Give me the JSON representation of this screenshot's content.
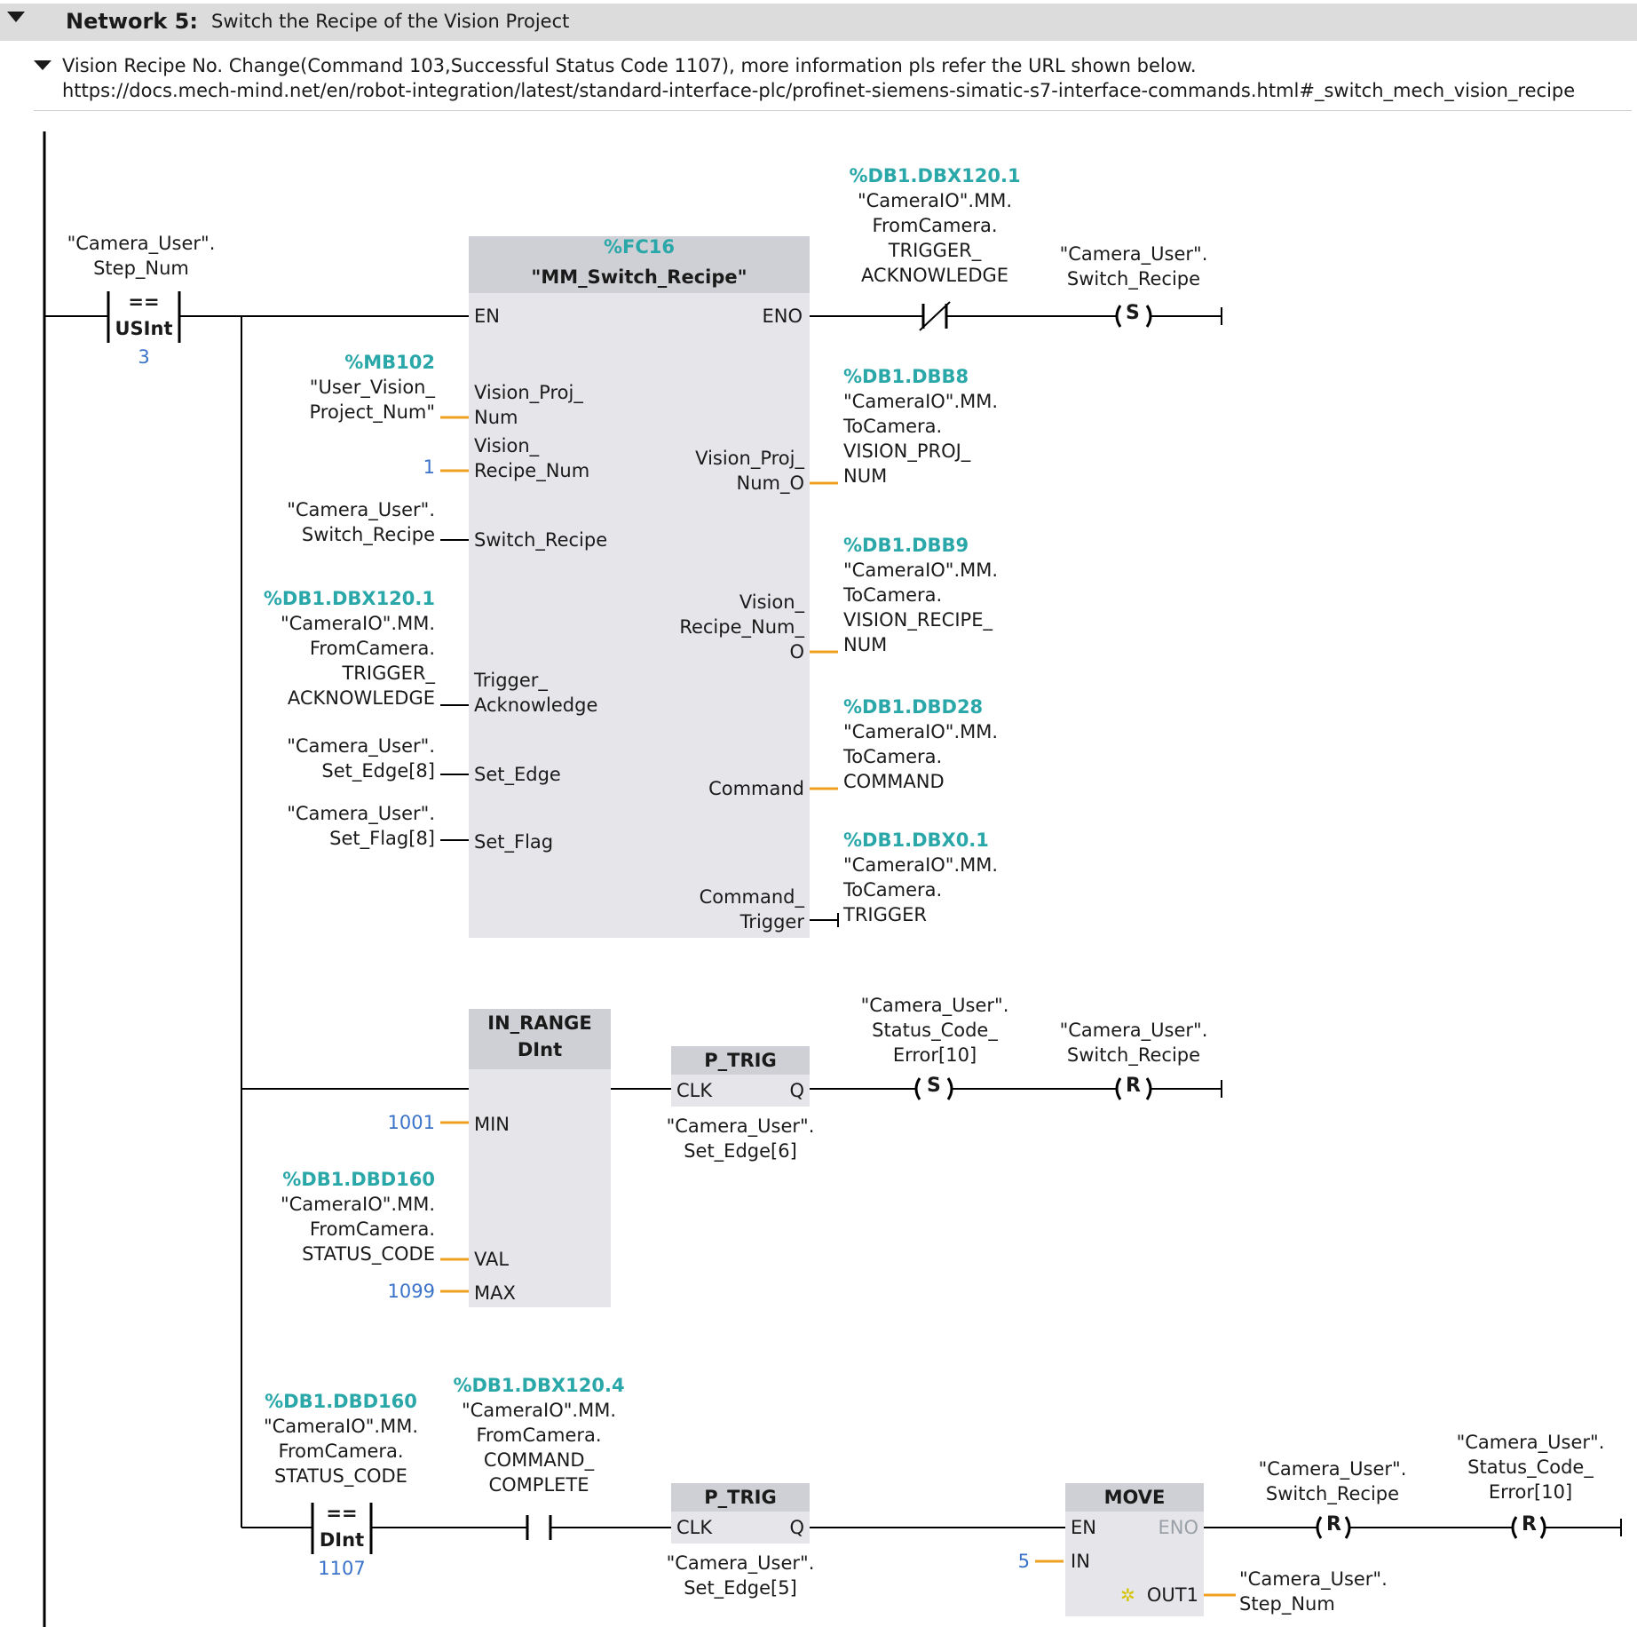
{
  "network": {
    "label": "Network 5:",
    "title": "Switch the Recipe of the Vision Project",
    "comment_line1": "Vision Recipe No. Change(Command 103,Successful Status Code 1107), more information pls refer the URL shown below.",
    "comment_line2": "https://docs.mech-mind.net/en/robot-integration/latest/standard-interface-plc/profinet-siemens-simatic-s7-interface-commands.html#_switch_mech_vision_recipe"
  },
  "rung1": {
    "cmp_tag1": "\"Camera_User\".",
    "cmp_tag2": "Step_Num",
    "cmp_op": "==",
    "cmp_type": "USInt",
    "cmp_value": "3",
    "fc_addr": "%FC16",
    "fc_name": "\"MM_Switch_Recipe\"",
    "pins": {
      "en": "EN",
      "eno": "ENO",
      "vision_proj_num_1": "Vision_Proj_",
      "vision_proj_num_2": "Num",
      "vision_recipe_num_1": "Vision_",
      "vision_recipe_num_2": "Recipe_Num",
      "switch_recipe": "Switch_Recipe",
      "trigger_ack_1": "Trigger_",
      "trigger_ack_2": "Acknowledge",
      "set_edge": "Set_Edge",
      "set_flag": "Set_Flag",
      "out_proj_1": "Vision_Proj_",
      "out_proj_2": "Num_O",
      "out_recipe_1": "Vision_",
      "out_recipe_2": "Recipe_Num_",
      "out_recipe_3": "O",
      "out_command": "Command",
      "out_cmd_trig_1": "Command_",
      "out_cmd_trig_2": "Trigger"
    },
    "in_proj": {
      "addr": "%MB102",
      "tag1": "\"User_Vision_",
      "tag2": "Project_Num\""
    },
    "in_recipe_value": "1",
    "in_switch": {
      "tag1": "\"Camera_User\".",
      "tag2": "Switch_Recipe"
    },
    "in_trig": {
      "addr": "%DB1.DBX120.1",
      "tag1": "\"CameraIO\".MM.",
      "tag2": "FromCamera.",
      "tag3": "TRIGGER_",
      "tag4": "ACKNOWLEDGE"
    },
    "in_edge": {
      "tag1": "\"Camera_User\".",
      "tag2": "Set_Edge[8]"
    },
    "in_flag": {
      "tag1": "\"Camera_User\".",
      "tag2": "Set_Flag[8]"
    },
    "nc_contact": {
      "addr": "%DB1.DBX120.1",
      "tag1": "\"CameraIO\".MM.",
      "tag2": "FromCamera.",
      "tag3": "TRIGGER_",
      "tag4": "ACKNOWLEDGE"
    },
    "set_coil": {
      "tag1": "\"Camera_User\".",
      "tag2": "Switch_Recipe",
      "symbol": "S"
    },
    "out_proj": {
      "addr": "%DB1.DBB8",
      "tag1": "\"CameraIO\".MM.",
      "tag2": "ToCamera.",
      "tag3": "VISION_PROJ_",
      "tag4": "NUM"
    },
    "out_recipe": {
      "addr": "%DB1.DBB9",
      "tag1": "\"CameraIO\".MM.",
      "tag2": "ToCamera.",
      "tag3": "VISION_RECIPE_",
      "tag4": "NUM"
    },
    "out_command": {
      "addr": "%DB1.DBD28",
      "tag1": "\"CameraIO\".MM.",
      "tag2": "ToCamera.",
      "tag3": "COMMAND"
    },
    "out_trigger": {
      "addr": "%DB1.DBX0.1",
      "tag1": "\"CameraIO\".MM.",
      "tag2": "ToCamera.",
      "tag3": "TRIGGER"
    }
  },
  "rung2": {
    "block_name": "IN_RANGE",
    "block_type": "DInt",
    "min_pin": "MIN",
    "val_pin": "VAL",
    "max_pin": "MAX",
    "min_value": "1001",
    "max_value": "1099",
    "val": {
      "addr": "%DB1.DBD160",
      "tag1": "\"CameraIO\".MM.",
      "tag2": "FromCamera.",
      "tag3": "STATUS_CODE"
    },
    "ptrig": {
      "name": "P_TRIG",
      "clk": "CLK",
      "q": "Q",
      "tag1": "\"Camera_User\".",
      "tag2": "Set_Edge[6]"
    },
    "set_coil": {
      "tag1": "\"Camera_User\".",
      "tag2": "Status_Code_",
      "tag3": "Error[10]",
      "symbol": "S"
    },
    "reset_coil": {
      "tag1": "\"Camera_User\".",
      "tag2": "Switch_Recipe",
      "symbol": "R"
    }
  },
  "rung3": {
    "cmp": {
      "addr": "%DB1.DBD160",
      "tag1": "\"CameraIO\".MM.",
      "tag2": "FromCamera.",
      "tag3": "STATUS_CODE",
      "op": "==",
      "type": "DInt",
      "value": "1107"
    },
    "no_contact": {
      "addr": "%DB1.DBX120.4",
      "tag1": "\"CameraIO\".MM.",
      "tag2": "FromCamera.",
      "tag3": "COMMAND_",
      "tag4": "COMPLETE"
    },
    "ptrig": {
      "name": "P_TRIG",
      "clk": "CLK",
      "q": "Q",
      "tag1": "\"Camera_User\".",
      "tag2": "Set_Edge[5]"
    },
    "move": {
      "name": "MOVE",
      "en": "EN",
      "eno": "ENO",
      "in": "IN",
      "out": "OUT1",
      "in_value": "5",
      "out_tag1": "\"Camera_User\".",
      "out_tag2": "Step_Num"
    },
    "reset1": {
      "tag1": "\"Camera_User\".",
      "tag2": "Switch_Recipe",
      "symbol": "R"
    },
    "reset2": {
      "tag1": "\"Camera_User\".",
      "tag2": "Status_Code_",
      "tag3": "Error[10]",
      "symbol": "R"
    }
  },
  "colors": {
    "address": "#2aa7a8",
    "constant": "#3a73c9",
    "wire": "#f0a020",
    "block": "#e6e6ea",
    "block_header": "#cfd0d5",
    "header_bar": "#dcdcdc"
  }
}
